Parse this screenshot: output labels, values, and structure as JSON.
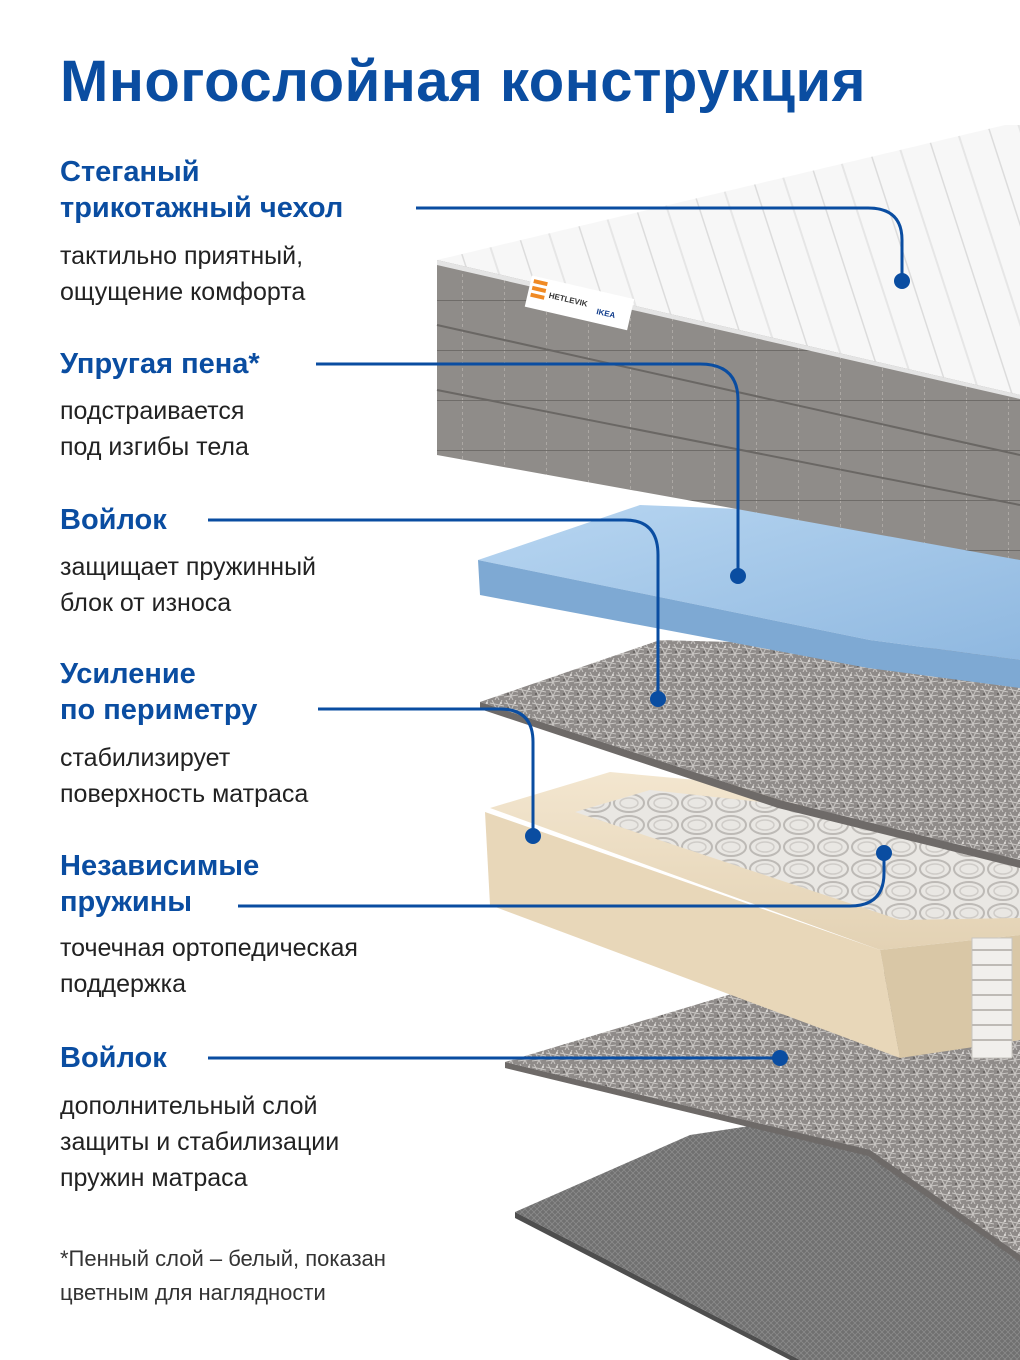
{
  "title": "Многослойная конструкция",
  "layers": [
    {
      "label": [
        "Стеганый",
        "трикотажный чехол"
      ],
      "desc": [
        "тактильно приятный,",
        "ощущение комфорта"
      ]
    },
    {
      "label": [
        "Упругая пена*"
      ],
      "desc": [
        "подстраивается",
        "под изгибы тела"
      ]
    },
    {
      "label": [
        "Войлок"
      ],
      "desc": [
        "защищает пружинный",
        "блок от износа"
      ]
    },
    {
      "label": [
        "Усиление",
        "по периметру"
      ],
      "desc": [
        "стабилизирует",
        "поверхность матраса"
      ]
    },
    {
      "label": [
        "Независимые",
        "пружины"
      ],
      "desc": [
        "точечная ортопедическая",
        "поддержка"
      ]
    },
    {
      "label": [
        "Войлок"
      ],
      "desc": [
        "дополнительный слой",
        "защиты и стабилизации",
        "пружин матраса"
      ]
    }
  ],
  "footnote": [
    "*Пенный слой – белый, показан",
    "цветным для наглядности"
  ],
  "mattress_tag": {
    "brand_text": "HETLEVIK",
    "logo_text": "IKEA"
  },
  "colors": {
    "accent": "#0a4da1",
    "text": "#222222",
    "cover_grey": "#8c8a87",
    "foam_blue": "#9cc3e8",
    "felt": "#9a9796",
    "perimeter_foam": "#ecdcc0",
    "bottom_fabric": "#6e6e6e"
  }
}
